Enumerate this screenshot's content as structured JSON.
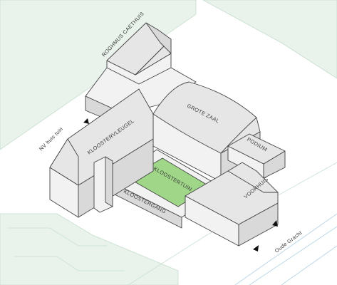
{
  "labels": {
    "roghmus_caethuis": "ROGHMUS CAETHUIS",
    "grote_zaal": "GROTE ZAAL",
    "kloostervleugel": "KLOOSTERVLEUGEL",
    "podium": "PODIUM",
    "kloostertuin": "KLOOSTERTUIN",
    "voorhuis": "VOORHUIS",
    "kloostergang": "KLOOSTERGANG",
    "nv_huis_tuin": "NV huis tuin",
    "oude_gracht": "Oude Gracht"
  },
  "colors": {
    "garden": "#9fd688",
    "ground": "#e9f3ec",
    "outline": "#444444",
    "water": "#bcd8e6"
  }
}
